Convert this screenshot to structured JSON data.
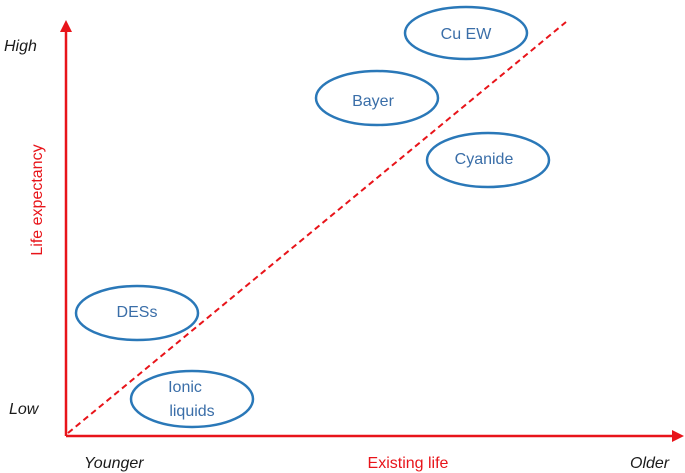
{
  "colors": {
    "axis": "#e8141a",
    "trend": "#e8141a",
    "bubble_stroke": "#2a78b8",
    "bubble_text": "#3a6ea8",
    "axis_title": "#e8141a",
    "tick_text": "#1a1a1a"
  },
  "axes": {
    "y_title": "Life expectancy",
    "x_title": "Existing life",
    "y_high_label": "High",
    "y_low_label": "Low",
    "x_low_label": "Younger",
    "x_high_label": "Older"
  },
  "technologies": [
    {
      "id": "cu-ew",
      "label_lines": [
        "Cu EW"
      ]
    },
    {
      "id": "bayer",
      "label_lines": [
        "Bayer"
      ]
    },
    {
      "id": "cyanide",
      "label_lines": [
        "Cyanide"
      ]
    },
    {
      "id": "des",
      "label_lines": [
        "DESs"
      ]
    },
    {
      "id": "ionic-liquids",
      "label_lines": [
        "Ionic",
        "liquids"
      ]
    }
  ]
}
